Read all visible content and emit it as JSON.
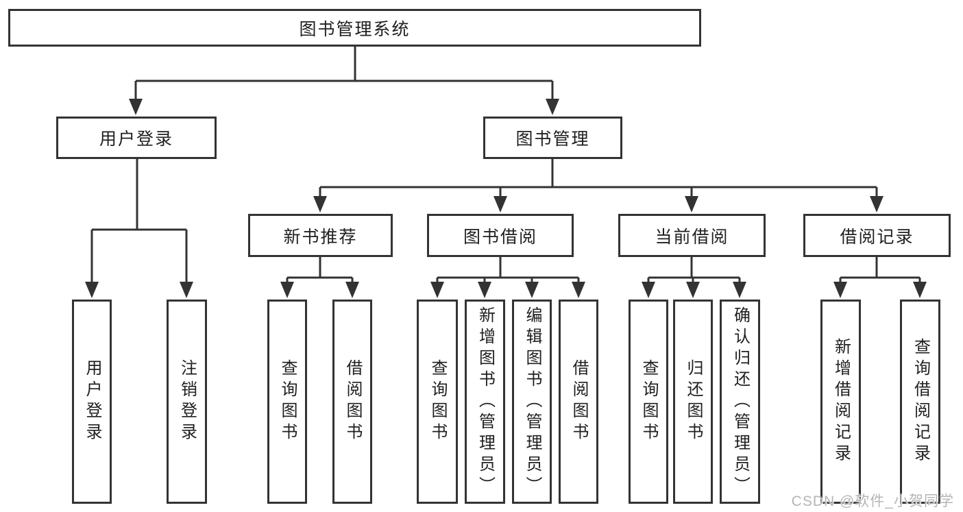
{
  "root": {
    "label": "图书管理系统"
  },
  "branches": [
    {
      "id": "user-login",
      "label": "用户登录",
      "children": [
        {
          "label": "用户登录"
        },
        {
          "label": "注销登录"
        }
      ]
    },
    {
      "id": "book-management",
      "label": "图书管理",
      "children": [
        {
          "label": "新书推荐",
          "children": [
            {
              "label": "查询图书"
            },
            {
              "label": "借阅图书"
            }
          ]
        },
        {
          "label": "图书借阅",
          "children": [
            {
              "label": "查询图书"
            },
            {
              "label": "新增图书（管理员）"
            },
            {
              "label": "编辑图书（管理员）"
            },
            {
              "label": "借阅图书"
            }
          ]
        },
        {
          "label": "当前借阅",
          "children": [
            {
              "label": "查询图书"
            },
            {
              "label": "归还图书"
            },
            {
              "label": "确认归还（管理员）"
            }
          ]
        },
        {
          "label": "借阅记录",
          "children": [
            {
              "label": "新增借阅记录"
            },
            {
              "label": "查询借阅记录"
            }
          ]
        }
      ]
    }
  ],
  "watermark": {
    "text": "CSDN @软件_小贺同学"
  },
  "colors": {
    "line": "#333333",
    "box_border": "#333333",
    "text": "#1f1f1f",
    "watermark": "#b5b5b5",
    "background": "#ffffff"
  }
}
